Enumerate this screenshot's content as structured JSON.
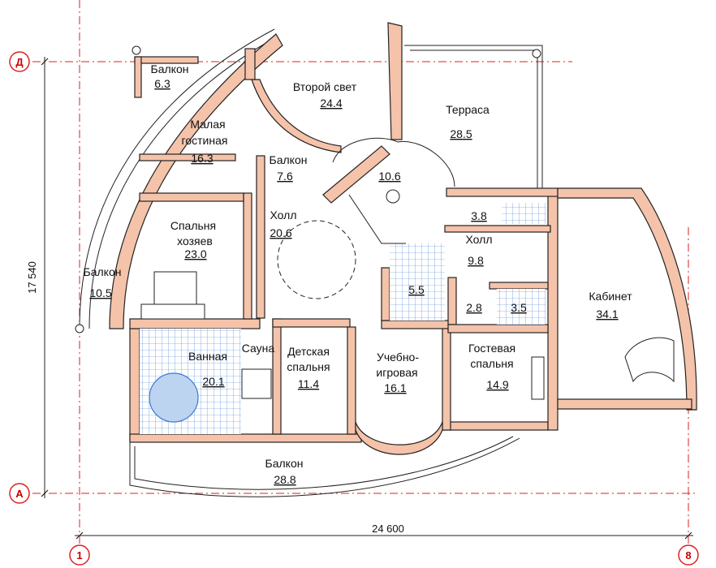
{
  "axes": {
    "top_letter": "Д",
    "bottom_letter": "А",
    "left_number": "1",
    "right_number": "8"
  },
  "dimensions": {
    "width": "24 600",
    "height": "17 540"
  },
  "rooms": [
    {
      "name": "Балкон",
      "area": "6.3"
    },
    {
      "name": "Второй свет",
      "area": "24.4"
    },
    {
      "name": "Терраса",
      "area": "28.5"
    },
    {
      "name": "Малая гостиная",
      "area": "16.3"
    },
    {
      "name": "Балкон",
      "area": "7.6"
    },
    {
      "name": "",
      "area": "10.6"
    },
    {
      "name": "",
      "area": "3.8"
    },
    {
      "name": "Холл",
      "area": "20.6"
    },
    {
      "name": "Спальня хозяев",
      "area": "23.0"
    },
    {
      "name": "Холл",
      "area": "9.8"
    },
    {
      "name": "Балкон",
      "area": "10.5"
    },
    {
      "name": "",
      "area": "5.5"
    },
    {
      "name": "Кабинет",
      "area": "34.1"
    },
    {
      "name": "",
      "area": "2.8"
    },
    {
      "name": "",
      "area": "3.5"
    },
    {
      "name": "Ванная",
      "area": "20.1"
    },
    {
      "name": "Сауна",
      "area": ""
    },
    {
      "name": "Детская спальня",
      "area": "11.4"
    },
    {
      "name": "Учебно-игровая",
      "area": "16.1"
    },
    {
      "name": "Гостевая спальня",
      "area": "14.9"
    },
    {
      "name": "Балкон",
      "area": "28.8"
    }
  ],
  "room_name_lines": {
    "malaya_1": "Малая",
    "malaya_2": "гостиная",
    "spalnya_1": "Спальня",
    "spalnya_2": "хозяев",
    "detskaya_1": "Детская",
    "detskaya_2": "спальня",
    "uchebno_1": "Учебно-",
    "uchebno_2": "игровая",
    "gost_1": "Гостевая",
    "gost_2": "спальня"
  },
  "colors": {
    "wall": "#f4c3aa",
    "axis": "#d22",
    "tile": "#3a7bd5"
  }
}
